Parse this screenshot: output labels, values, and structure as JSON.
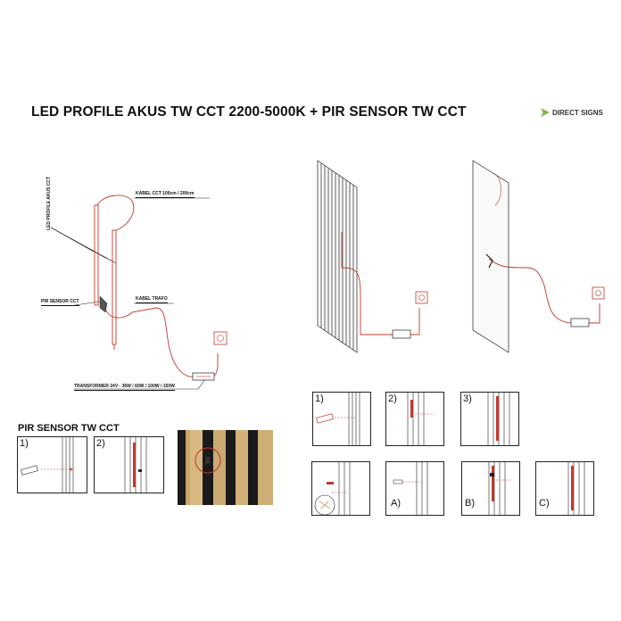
{
  "header": {
    "title": "LED PROFILE AKUS TW CCT 2200-5000K + PIR SENSOR TW CCT",
    "logo_text": "DIRECT SIGNS"
  },
  "diagram_labels": {
    "led_profile": "LED PROFILE AKUS  CCT",
    "kabel_cct": "KABEL CCT 100cm / 200cm",
    "pir_sensor": "PIR SENSOR CCT",
    "kabel_trafo": "KABEL TRAFO",
    "transformer": "TRANSFORMER 24V - 36W / 60W / 100W / 150W"
  },
  "pir_section": {
    "title": "PIR SENSOR TW CCT",
    "steps": [
      "1)",
      "2)"
    ]
  },
  "install_steps": {
    "row1": [
      "1)",
      "2)",
      "3)"
    ],
    "row2": [
      "",
      "A)",
      "B)",
      "C)"
    ]
  },
  "colors": {
    "cable": "#c0392b",
    "line": "#222222",
    "wood": "#c9a66b",
    "slat": "#1a1a1a",
    "logo": "#7ab648"
  }
}
